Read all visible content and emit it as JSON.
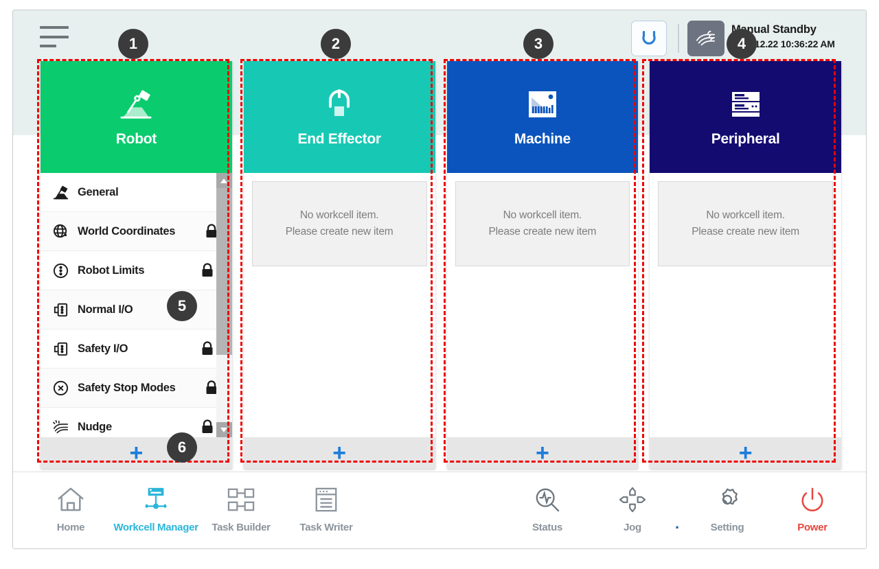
{
  "window": {
    "title": "Workcell Manager"
  },
  "topbar": {
    "menu_icon": "hamburger-menu-icon",
    "reset_icon": "robot-home-pose-icon",
    "mode_icon": "manual-hand-icon",
    "status_title": "Manual Standby",
    "status_time": "2022.12.22 10:36:22 AM"
  },
  "colors": {
    "robot": "#0ACC6E",
    "end_effector": "#17C9B4",
    "machine": "#0B54BD",
    "peripheral": "#130B70",
    "accent_blue": "#1E7DDB",
    "active_nav": "#2AB6D9",
    "power_red": "#E8453C",
    "annotation": "#F00000",
    "topbar_bg": "#E7F0EE"
  },
  "cards": [
    {
      "id": "robot",
      "title": "Robot",
      "icon": "robot-arm-icon",
      "color": "#0ACC6E",
      "add_label": "+",
      "has_list": true,
      "items": [
        {
          "label": "General",
          "icon": "robot-arm-icon",
          "locked": false
        },
        {
          "label": "World Coordinates",
          "icon": "globe-coordinate-icon",
          "locked": true
        },
        {
          "label": "Robot Limits",
          "icon": "limits-circle-icon",
          "locked": true
        },
        {
          "label": "Normal I/O",
          "icon": "io-port-icon",
          "locked": false
        },
        {
          "label": "Safety I/O",
          "icon": "io-port-icon",
          "locked": true
        },
        {
          "label": "Safety Stop Modes",
          "icon": "stop-x-circle-icon",
          "locked": true
        },
        {
          "label": "Nudge",
          "icon": "nudge-hand-icon",
          "locked": true
        }
      ]
    },
    {
      "id": "end-effector",
      "title": "End Effector",
      "icon": "gripper-icon",
      "color": "#17C9B4",
      "add_label": "+",
      "has_list": false,
      "empty_line1": "No workcell item.",
      "empty_line2": "Please create new item"
    },
    {
      "id": "machine",
      "title": "Machine",
      "icon": "machine-icon",
      "color": "#0B54BD",
      "add_label": "+",
      "has_list": false,
      "empty_line1": "No workcell item.",
      "empty_line2": "Please create new item"
    },
    {
      "id": "peripheral",
      "title": "Peripheral",
      "icon": "peripheral-rack-icon",
      "color": "#130B70",
      "add_label": "+",
      "has_list": false,
      "empty_line1": "No workcell item.",
      "empty_line2": "Please create new item"
    }
  ],
  "bottom_nav": {
    "left": [
      {
        "label": "Home",
        "icon": "home-icon",
        "active": false
      },
      {
        "label": "Workcell Manager",
        "icon": "workcell-manager-icon",
        "active": true
      },
      {
        "label": "Task Builder",
        "icon": "task-builder-icon",
        "active": false
      },
      {
        "label": "Task Writer",
        "icon": "task-writer-icon",
        "active": false
      }
    ],
    "right": [
      {
        "label": "Status",
        "icon": "status-magnifier-icon",
        "active": false
      },
      {
        "label": "Jog",
        "icon": "jog-dpad-icon",
        "active": false
      },
      {
        "label": "Setting",
        "icon": "gear-icon",
        "active": false
      },
      {
        "label": "Power",
        "icon": "power-icon",
        "active": false
      }
    ],
    "separator_dot": "."
  },
  "annotations": [
    {
      "n": "1",
      "target": "robot-card"
    },
    {
      "n": "2",
      "target": "end-effector-card"
    },
    {
      "n": "3",
      "target": "machine-card"
    },
    {
      "n": "4",
      "target": "status-area"
    },
    {
      "n": "5",
      "target": "robot-sub-list"
    },
    {
      "n": "6",
      "target": "add-item-button"
    }
  ]
}
